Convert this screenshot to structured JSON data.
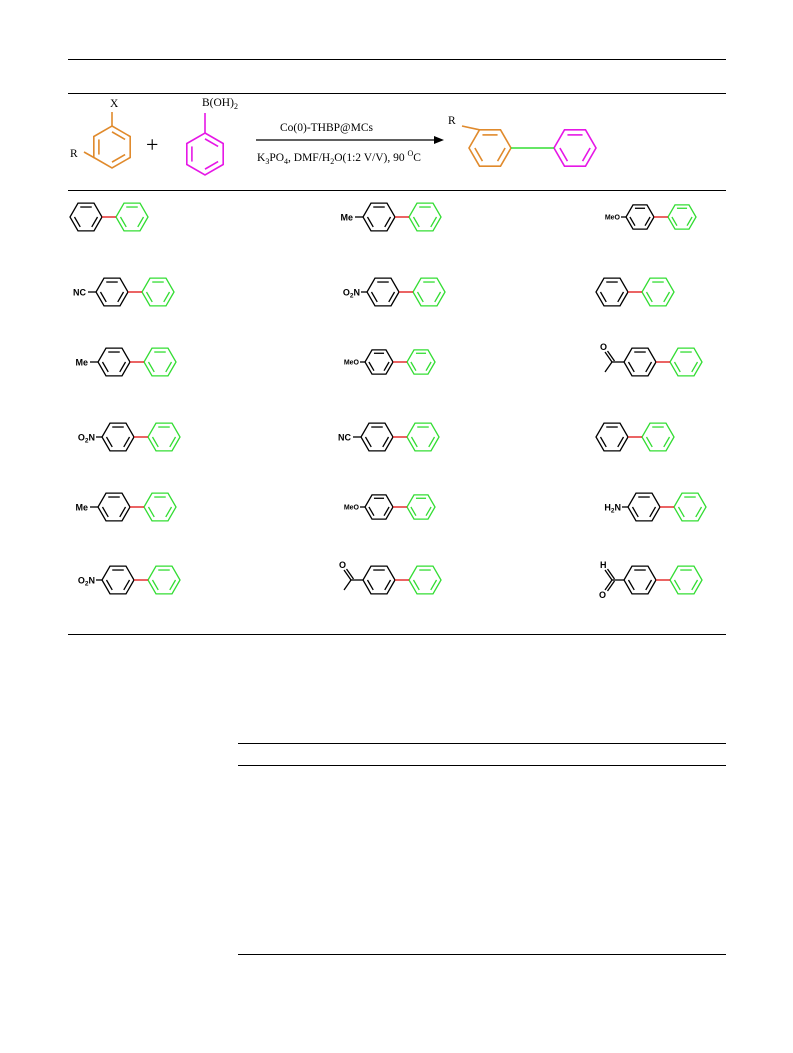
{
  "scheme": {
    "reactant1_x": "X",
    "reactant1_r": "R",
    "plus": "+",
    "reactant2_label": "B(OH)",
    "reactant2_sub": "2",
    "catalyst": "Co(0)-THBP@MCs",
    "cond_k": "K",
    "cond_k_sub": "3",
    "cond_po": "PO",
    "cond_po_sub": "4",
    "cond_dmf": ", DMF/H",
    "cond_h_sub": "2",
    "cond_rest": "O(1:2 V/V), 90 ",
    "cond_deg": "O",
    "cond_c": "C",
    "product_r": "R"
  },
  "colors": {
    "aryl_halide": "#e08a2c",
    "boronic_acid": "#e617e6",
    "new_ring": "#33dd33",
    "new_bond": "#e01010",
    "new_bond_scheme": "#33dd33"
  },
  "products": [
    {
      "sub": ""
    },
    {
      "sub": "Me"
    },
    {
      "sub": "MeO"
    },
    {
      "sub": "NC"
    },
    {
      "sub": "O2N"
    },
    {
      "sub": ""
    },
    {
      "sub": "Me"
    },
    {
      "sub": "MeO"
    },
    {
      "sub": "acetyl"
    },
    {
      "sub": "O2N"
    },
    {
      "sub": "NC"
    },
    {
      "sub": ""
    },
    {
      "sub": "Me"
    },
    {
      "sub": "MeO"
    },
    {
      "sub": "H2N"
    },
    {
      "sub": "O2N"
    },
    {
      "sub": "acetyl"
    },
    {
      "sub": "formyl"
    }
  ],
  "labels": {
    "me": "Me",
    "meo": "MeO",
    "nc": "NC",
    "o2n_o": "O",
    "o2n_sub": "2",
    "o2n_n": "N",
    "h2n_h": "H",
    "h2n_sub": "2",
    "h2n_n": "N",
    "o": "O",
    "h": "H"
  }
}
